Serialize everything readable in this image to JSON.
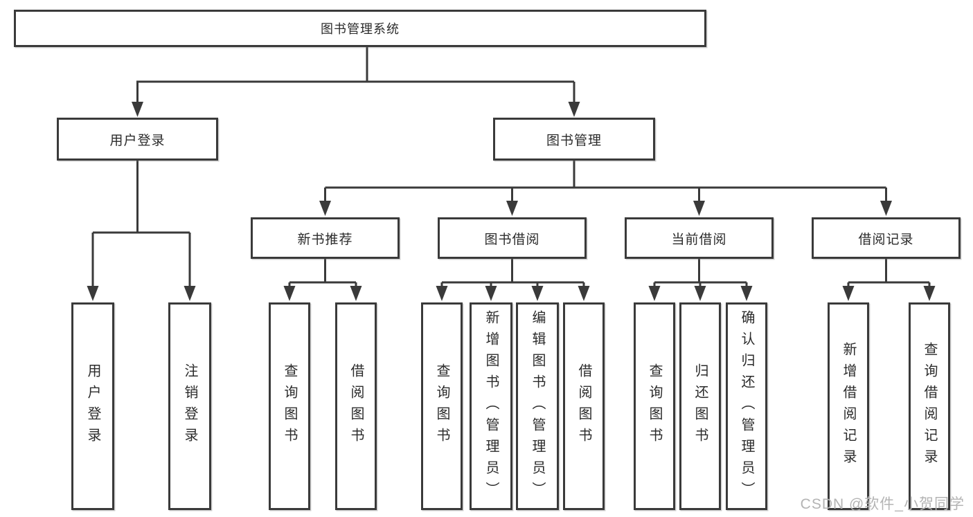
{
  "nodes": {
    "root": "图书管理系统",
    "user_login": "用户登录",
    "book_management": "图书管理",
    "new_book_recommendation": "新书推荐",
    "book_borrowing": "图书借阅",
    "current_borrowing": "当前借阅",
    "borrowing_records": "借阅记录"
  },
  "leaves": {
    "user_login": [
      "用户登录",
      "注销登录"
    ],
    "new_book_recommendation": [
      "查询图书",
      "借阅图书"
    ],
    "book_borrowing": [
      "查询图书",
      "新增图书（管理员）",
      "编辑图书（管理员）",
      "借阅图书"
    ],
    "current_borrowing": [
      "查询图书",
      "归还图书",
      "确认归还（管理员）"
    ],
    "borrowing_records": [
      "新增借阅记录",
      "查询借阅记录"
    ]
  },
  "watermark": "CSDN @软件_小贺同学",
  "colors": {
    "line": "#3a3a3a",
    "text": "#2b2b2b",
    "background": "#ffffff",
    "watermark": "#b4b4b4"
  }
}
